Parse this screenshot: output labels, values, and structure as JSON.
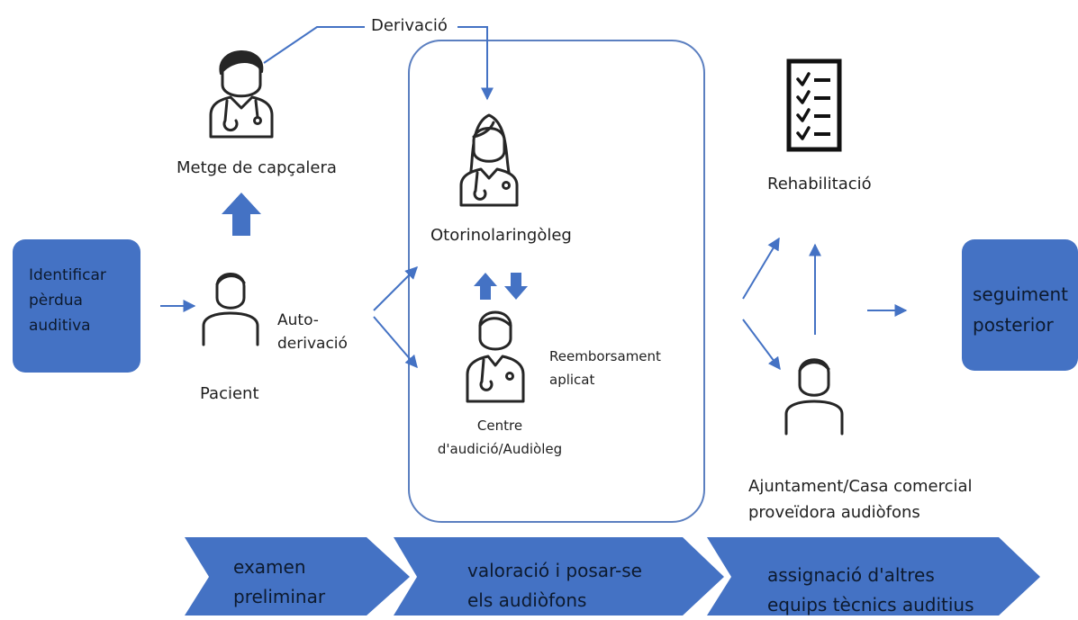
{
  "colors": {
    "accent": "#4472c4",
    "box": "#4472c4",
    "outline": "#5b7fc0",
    "icon": "#262626"
  },
  "labels": {
    "derivacio": "Derivació",
    "metge": "Metge de capçalera",
    "otorino": "Otorinolaringòleg",
    "rehabilitacio": "Rehabilitació",
    "auto_derivacio": "Auto-\nderivació",
    "pacient": "Pacient",
    "reemborsament": "Reemborsament\naplicat",
    "centre": "Centre\nd'audició/Audiòleg",
    "ajuntament": "Ajuntament/Casa comercial\nproveïdora audiòfons"
  },
  "boxes": {
    "identificar": "Identificar\npèrdua\nauditiva",
    "seguiment": "seguiment\nposterior"
  },
  "stages": [
    "examen\npreliminar",
    "valoració i posar-se\nels audiòfons",
    "assignació d'altres\nequips tècnics auditius"
  ],
  "icons": {
    "doctor_male": "doctor-male-icon",
    "doctor_female": "doctor-female-icon",
    "audiologist": "audiologist-icon",
    "patient": "person-icon",
    "provider": "person-icon",
    "checklist": "checklist-icon"
  }
}
